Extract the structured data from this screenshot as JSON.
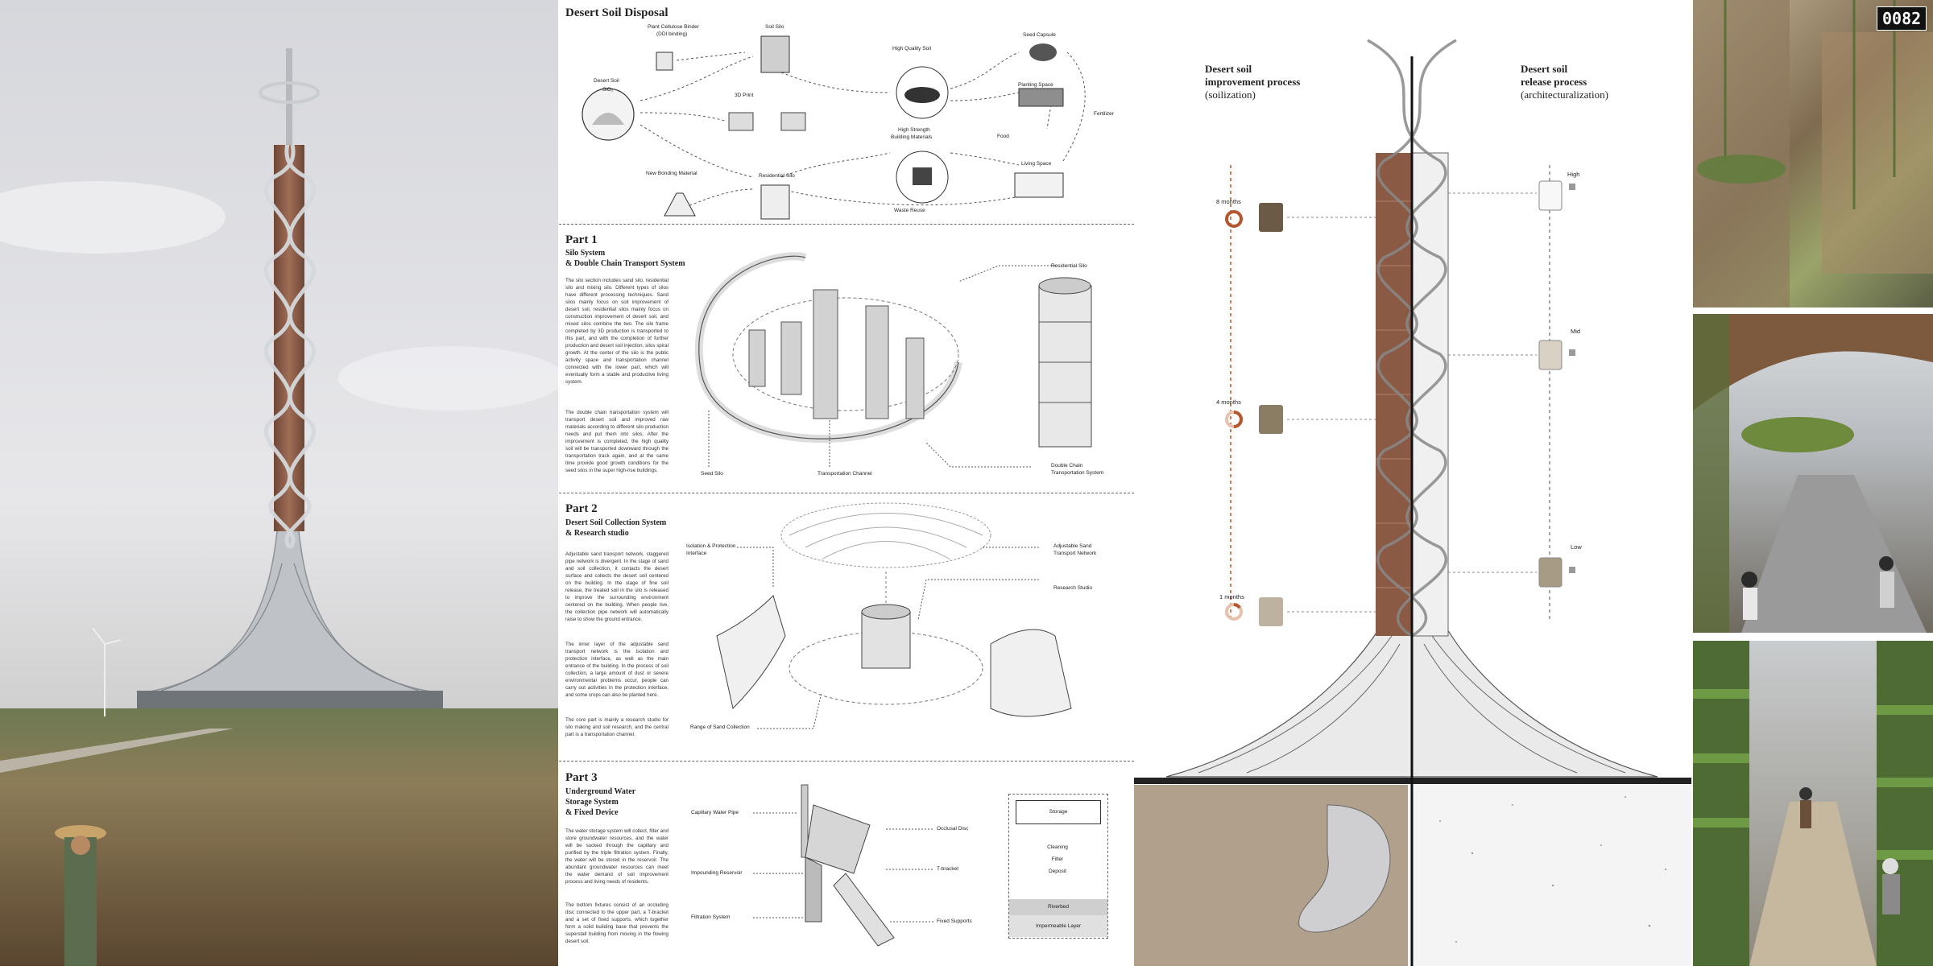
{
  "badge": "0082",
  "soil_disposal": {
    "title": "Desert Soil Disposal",
    "labels": {
      "binder": "Plant Cellulose Binder",
      "binder_sub": "(DDI binding)",
      "soil_silo": "Soil Silo",
      "desert_soil": "Desert Soil",
      "sio2": "SiO₂",
      "print3d": "3D Print",
      "new_bonding": "New Bonding Material",
      "residential_silo": "Residential Silo",
      "high_quality_soil": "High Quality Soil",
      "high_strength": "High Strength",
      "building_materials": "Building Materials",
      "seed_capsule": "Seed Capsule",
      "planting_space": "Planting Space",
      "food": "Food",
      "living_space": "Living Space",
      "fertilizer": "Fertilizer",
      "waste_reuse": "Waste Reuse"
    }
  },
  "part1": {
    "heading": "Part 1",
    "subtitle1": "Silo System",
    "subtitle2": "& Double Chain Transport System",
    "p1": "The silo section includes sand silo, residential silo and mixing silo. Different types of silos have different processing techniques. Sand silos mainly focus on soil improvement of desert soil, residential silos mainly focus on construction improvement of desert soil, and mixed silos combine the two. The silo frame completed by 3D production is transported to this part, and with the completion of further production and desert soil injection, silos spiral growth. At the center of the silo is the public activity space and transportation channel connected with the lower part, which will eventually form a stable and productive living system.",
    "p2": "The double chain transportation system will transport desert soil and improved raw materials according to different silo production needs and put them into silos. After the improvement is completed, the high quality soil will be transported downward through the transportation track again, and at the same time provide good growth conditions for the seed silos in the super high-rise buildings.",
    "labels": {
      "residential_silo": "Residential Silo",
      "seed_silo": "Seed Silo",
      "transport_channel": "Transportation Channel",
      "double_chain": "Double Chain",
      "transport_system": "Transportation System"
    }
  },
  "part2": {
    "heading": "Part 2",
    "subtitle1": "Desert Soil Collection System",
    "subtitle2": "& Research studio",
    "p1": "Adjustable sand transport network, staggered pipe network is divergent. In the stage of sand and soil collection, it contacts the desert surface and collects the desert soil centered on the building. In the stage of fine soil release, the treated soil in the silo is released to improve the surrounding environment centered on the building. When people live, the collection pipe network will automatically raise to show the ground entrance.",
    "p2": "The inner layer of the adjustable sand transport network is the isolation and protection interface, as well as the main entrance of the building. In the process of soil collection, a large amount of dust or severe environmental problems occur, people can carry out activities in the protection interface, and some crops can also be planted here.",
    "p3": "The core part is mainly a research studio for silo making and soil research, and the central part is a transportation channel.",
    "labels": {
      "isolation": "Isolation & Protection",
      "interface": "Interface",
      "adjustable": "Adjustable Sand",
      "transport_network": "Transport Network",
      "research_studio": "Research Studio",
      "range": "Range of Sand Collection"
    }
  },
  "part3": {
    "heading": "Part 3",
    "subtitle1": "Underground Water",
    "subtitle2": "Storage System",
    "subtitle3": "& Fixed Device",
    "p1": "The water storage system will collect, filter and store groundwater resources, and the water will be sucked through the capillary and purified by the triple filtration system. Finally, the water will be stored in the reservoir. The abundant groundwater resources can meet the water demand of soil improvement process and living needs of residents.",
    "p2": "The bottom fixtures consist of an occluding disc connected to the upper part, a T-bracket and a set of fixed supports, which together form a solid building base that prevents the superstall building from moving in the flowing desert soil.",
    "labels": {
      "capillary": "Capillary Water Pipe",
      "occlusal": "Occlusal Disc",
      "t_bracket": "T-bracket",
      "impounding": "Impounding Reservoir",
      "filtration": "Filtration System",
      "fixed": "Fixed Supports",
      "storage": "Storage",
      "cleaning": "Cleaning",
      "filter": "Filter",
      "deposit": "Deposit",
      "riverbed": "Riverbed",
      "impermeable": "Impermeable Layer"
    }
  },
  "section": {
    "left_title1": "Desert soil",
    "left_title2": "improvement process",
    "left_title3": "(soilization)",
    "right_title1": "Desert soil",
    "right_title2": "release process",
    "right_title3": "(architecturalization)",
    "months": [
      "8 months",
      "4 months",
      "1 months"
    ],
    "levels": [
      "High",
      "Mid",
      "Low"
    ]
  },
  "colors": {
    "accent": "#b5562d",
    "brick": "#8a5a44",
    "ink": "#222222"
  }
}
